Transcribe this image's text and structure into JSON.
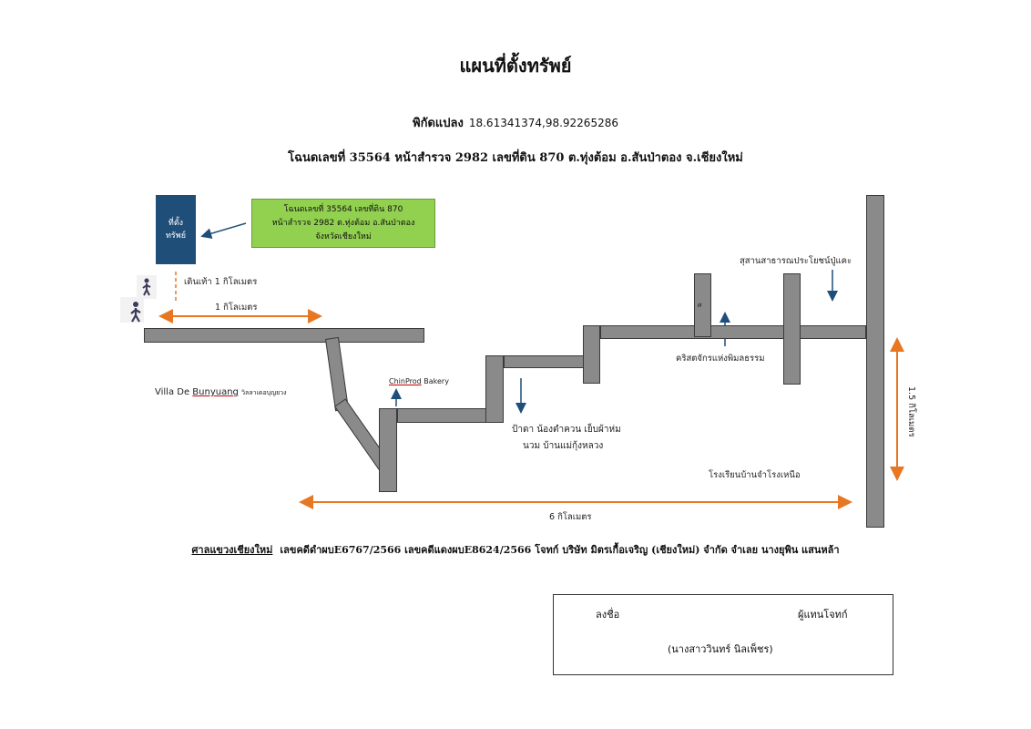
{
  "title": "แผนที่ตั้งทรัพย์",
  "coordinates": {
    "label": "พิกัดแปลง",
    "value": "18.61341374,98.92265286"
  },
  "deed_line": "โฉนดเลขที่ 35564 หน้าสำรวจ 2982 เลขที่ดิน 870 ต.ทุ่งต้อม อ.สันป่าตอง  จ.เชียงใหม่",
  "map": {
    "marker": {
      "line1": "ที่ตั้ง",
      "line2": "ทรัพย์"
    },
    "property_box": [
      "โฉนดเลขที่ 35564 เลขที่ดิน 870",
      "หน้าสำรวจ 2982 ต.ทุ่งต้อม อ.สันป่าตอง",
      "จังหวัดเชียงใหม่"
    ],
    "walk_label": "เดินเท้า 1 กิโลเมตร",
    "dist_1km": "1 กิโลเมตร",
    "dist_6km": "6 กิโลเมตร",
    "dist_1_5km": "1.5 กิโลเมตร",
    "landmarks": {
      "villa_en_a": "Villa De ",
      "villa_en_b": "Bunyuang",
      "villa_th": "วิลลาเดอบุญยวง",
      "bakery_a": "ChinProd",
      "bakery_b": " Bakery",
      "shop_line1": "ป้าดา น้องตำควน เย็บผ้าห่ม",
      "shop_line2": "นวม บ้านแม่กุ้งหลวง",
      "church": "คริสตจักรแห่งพิมลธรรม",
      "cemetery": "สุสานสาธารณประโยชน์ปู่แคะ",
      "school": "โรงเรียนบ้านจำโรงเหนือ",
      "small_mark": "ศ"
    }
  },
  "court_line": {
    "court": "ศาลแขวงเชียงใหม่",
    "rest": "เลขคดีดำผบE6767/2566   เลขคดีแดงผบE8624/2566 โจทก์  บริษัท มิตรเกื้อเจริญ (เชียงใหม่) จำกัด  จำเลย  นางยุพิน  แสนหล้า"
  },
  "signature": {
    "sign_label": "ลงชื่อ",
    "role": "ผู้แทนโจทก์",
    "name": "(นางสาววินทร์  นิลเพ็ชร)"
  },
  "colors": {
    "road": "#8a8a8a",
    "marker": "#1f4e79",
    "green": "#92d050",
    "orange": "#e87722",
    "arrow": "#1f4e79"
  }
}
